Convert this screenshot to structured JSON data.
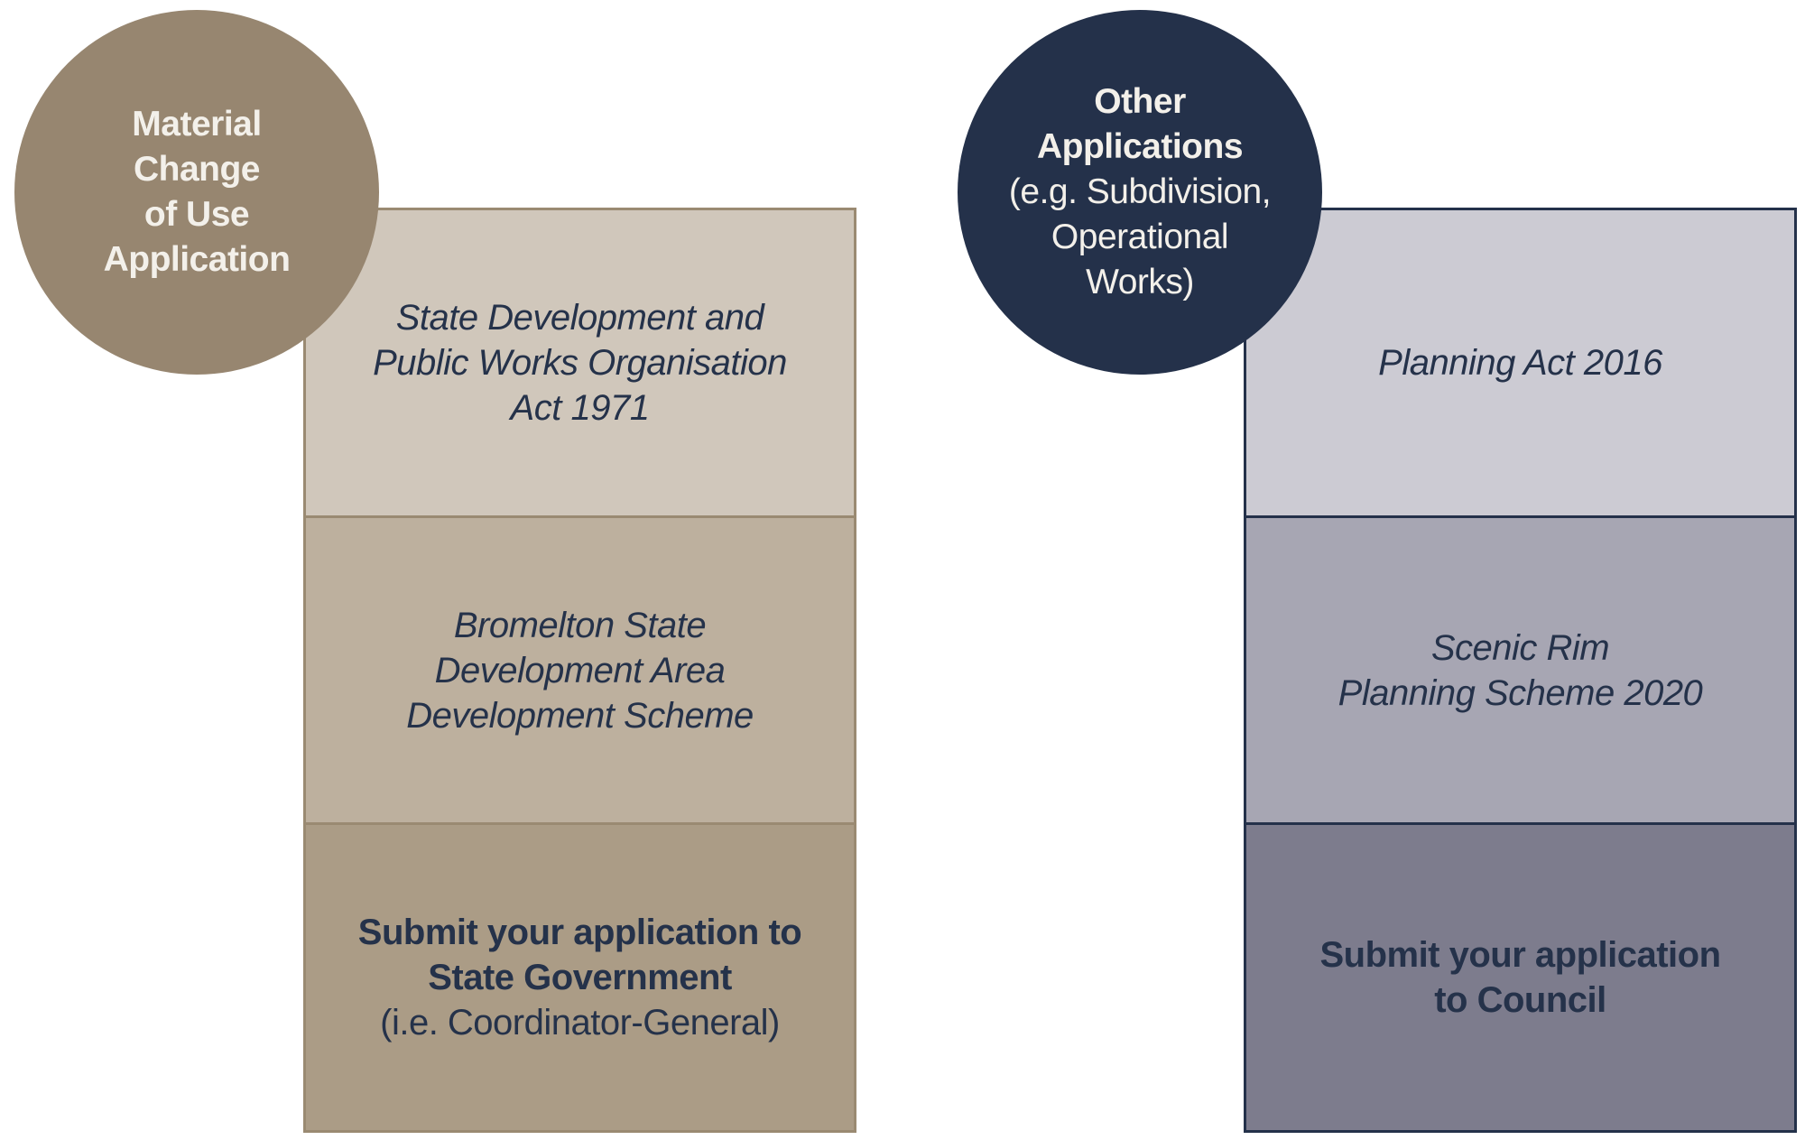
{
  "colors": {
    "left_circle": "#978670",
    "left_border": "#9a8a72",
    "left_cells": [
      "#d0c7bb",
      "#bdb09e",
      "#ab9c86"
    ],
    "right_circle": "#24314a",
    "right_border": "#24314a",
    "right_cells": [
      "#cccbd3",
      "#a7a6b3",
      "#7d7c8d"
    ],
    "text_dark": "#25324a",
    "text_light": "#f3f0ea"
  },
  "left": {
    "circle": {
      "lines": [
        "Material",
        "Change",
        "of Use",
        "Application"
      ]
    },
    "cell1": {
      "lines": [
        "State Development and",
        "Public Works Organisation",
        "Act 1971"
      ]
    },
    "cell2": {
      "lines": [
        "Bromelton State",
        "Development Area",
        "Development Scheme"
      ]
    },
    "cell3": {
      "bold_lines": [
        "Submit your application to",
        "State Government"
      ],
      "note": "(i.e. Coordinator-General)"
    }
  },
  "right": {
    "circle": {
      "bold_lines": [
        "Other",
        "Applications"
      ],
      "lines": [
        "(e.g. Subdivision,",
        "Operational",
        "Works)"
      ]
    },
    "cell1": {
      "lines": [
        "Planning Act 2016"
      ]
    },
    "cell2": {
      "lines": [
        "Scenic Rim",
        "Planning Scheme 2020"
      ]
    },
    "cell3": {
      "bold_lines": [
        "Submit your application",
        "to Council"
      ]
    }
  }
}
